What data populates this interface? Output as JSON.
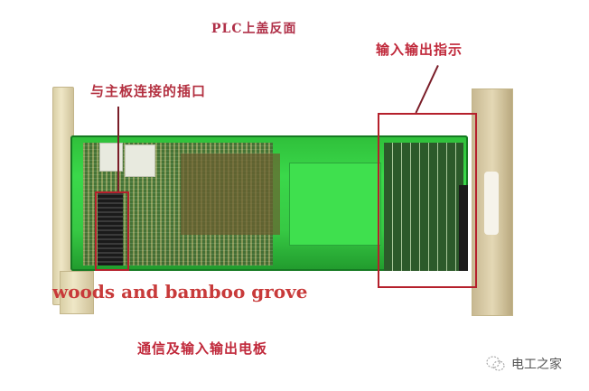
{
  "image": {
    "subject": "PLC communication and input/output circuit board photo with annotations",
    "background_color": "#ffffff",
    "accent_color": "#c0283a"
  },
  "labels": {
    "top_title": "PLC上盖反面",
    "io_indicator": "输入输出指示",
    "mainboard_connector": "与主板连接的插口",
    "overlay_text": "woods and bamboo grove",
    "board_caption": "通信及输入输出电板"
  },
  "watermark": {
    "icon": "wechat-icon",
    "text": "电工之家"
  },
  "annotations": [
    {
      "target": "mainboard_connector",
      "box_color": "#b5202c"
    },
    {
      "target": "io_indicator",
      "box_color": "#b5202c"
    }
  ]
}
